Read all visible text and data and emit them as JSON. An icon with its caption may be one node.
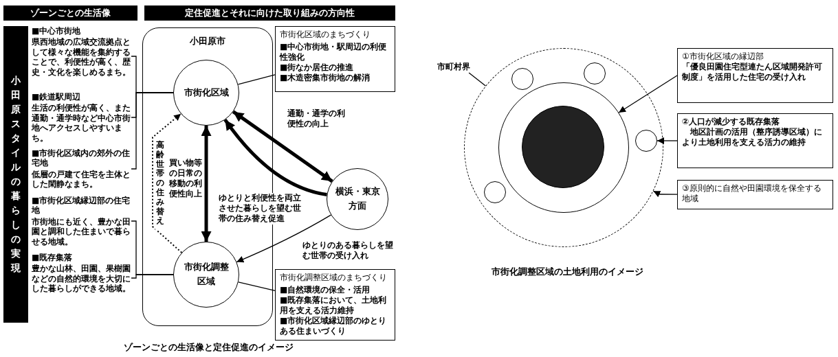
{
  "diagram": {
    "caption": "ゾーンごとの生活像と定住促進のイメージ",
    "nodes": [
      {
        "text": [
          "ゾーンごとの生活像"
        ]
      },
      {
        "text": [
          "定住促進とそれに向けた取り組みの方向性"
        ]
      },
      {
        "text": [
          "小田原スタイルの暮らしの実現"
        ]
      },
      {
        "text": [
          "■中心市街地",
          "県西地域の広域交流拠点として様々な機能を集約することで、利便性が高く、歴史・文化を楽しめるまち。"
        ]
      },
      {
        "text": [
          "■鉄道駅周辺",
          "生活の利便性が高く、また通勤・通学時など中心市街地へアクセスしやすいまち。"
        ]
      },
      {
        "text": [
          "■市街化区域内の郊外の住宅地",
          "低層の戸建て住宅を主体とした閑静なまち。"
        ]
      },
      {
        "text": [
          "■市街化区域縁辺部の住宅地",
          "市街地にも近く、豊かな田園と調和した住まいで暮らせる地域。"
        ]
      },
      {
        "text": [
          "■既存集落",
          "豊かな山林、田園、果樹園などの自然的環境を大切にした暮らしができる地域。"
        ]
      },
      {
        "text": [
          "小田原市"
        ]
      },
      {
        "text": [
          "市街化区域"
        ],
        "in": 8
      },
      {
        "text": [
          "市街化区域のまちづくり",
          "■中心市街地・駅周辺の利便性強化",
          "■街なか居住の推進",
          "■木造密集市街地の解消"
        ]
      },
      {
        "text": [
          "横浜・東京方面"
        ]
      },
      {
        "text": [
          "市街化調整区域"
        ],
        "in": 8
      },
      {
        "text": [
          "市街化調整区域のまちづくり",
          "■自然環境の保全・活用",
          "■既存集落において、土地利用を支える活力維持",
          "■市街化区域縁辺部のゆとりある住まいづくり"
        ]
      },
      {
        "text": [
          "市町村界"
        ]
      },
      {
        "text": [],
        "shape": "circle"
      },
      {
        "text": [],
        "shape": "circle",
        "in": 15
      },
      {
        "text": [],
        "shape": "circle",
        "in": 15
      },
      {
        "text": [],
        "shape": "circle",
        "in": 15
      },
      {
        "text": [],
        "shape": "circle",
        "in": 18
      },
      {
        "text": [],
        "shape": "circle",
        "in": 15
      },
      {
        "text": [],
        "shape": "circle",
        "in": 15
      },
      {
        "text": [
          "①市街化区域の縁辺部",
          "「優良田園住宅型連たん区域開発許可制度」を活用した住宅の受け入れ"
        ]
      },
      {
        "text": [
          "②人口が減少する既存集落",
          "地区計画の活用（整序誘導区域）により土地利用を支える活力の維持"
        ]
      },
      {
        "text": [
          "③原則的に自然や田園環境を保全する地域"
        ]
      }
    ],
    "edges": [
      {
        "from": 3,
        "to": 9,
        "arrow": "none"
      },
      {
        "from": 4,
        "to": 9,
        "arrow": "none"
      },
      {
        "from": 5,
        "to": 9,
        "arrow": "none"
      },
      {
        "from": 6,
        "to": 12,
        "arrow": "none"
      },
      {
        "from": 7,
        "to": 12,
        "arrow": "none"
      },
      {
        "from": 9,
        "to": 10,
        "arrow": "none"
      },
      {
        "from": 9,
        "to": 11,
        "arrow": "both",
        "style": "thick",
        "label": "通勤・通学の利便性の向上"
      },
      {
        "from": 11,
        "to": 9,
        "arrow": "to",
        "style": "thick",
        "label": "ゆとりと利便性を両立させた暮らしを望む世帯の住み替え促進"
      },
      {
        "from": 9,
        "to": 12,
        "arrow": "both",
        "style": "thick",
        "label": "買い物等の日常の移動の利便性向上"
      },
      {
        "from": 12,
        "to": 9,
        "arrow": "to",
        "style": "dashed",
        "label": "高齢世帯の住み替え"
      },
      {
        "from": 11,
        "to": 12,
        "arrow": "to",
        "label": "ゆとりのある暮らしを望む世帯の受け入れ"
      },
      {
        "from": 12,
        "to": 13,
        "arrow": "none"
      },
      {
        "from": 14,
        "to": 15,
        "arrow": "none"
      },
      {
        "from": 22,
        "to": 18,
        "arrow": "to"
      },
      {
        "from": 23,
        "to": 20,
        "arrow": "to"
      },
      {
        "from": 24,
        "to": 15,
        "arrow": "to"
      }
    ],
    "labels": [
      "市街化調整区域の土地利用のイメージ"
    ]
  }
}
